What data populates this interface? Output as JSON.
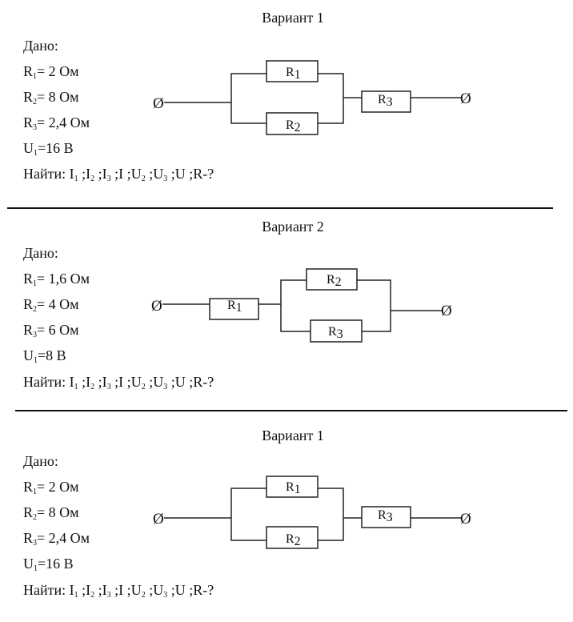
{
  "variants": [
    {
      "title": "Вариант 1",
      "given_label": "Дано:",
      "given": [
        {
          "sym": "R",
          "sub": "1",
          "value": "= 2 Ом"
        },
        {
          "sym": "R",
          "sub": "2",
          "value": "= 8 Ом"
        },
        {
          "sym": "R",
          "sub": "3",
          "value": "= 2,4 Ом"
        },
        {
          "sym": "U",
          "sub": "1",
          "value": "=16 В"
        }
      ],
      "find": {
        "label": "Найти: ",
        "items": [
          {
            "sym": "I",
            "sub": "1",
            "sep": " ;"
          },
          {
            "sym": "I",
            "sub": "2",
            "sep": " ;"
          },
          {
            "sym": "I",
            "sub": "3",
            "sep": " ;"
          },
          {
            "sym": "I",
            "sub": "",
            "sep": " ;"
          },
          {
            "sym": "U",
            "sub": "2",
            "sep": " ;"
          },
          {
            "sym": "U",
            "sub": "3",
            "sep": " ;"
          },
          {
            "sym": "U",
            "sub": "",
            "sep": " ;"
          },
          {
            "sym": "R",
            "sub": "",
            "sep": "-?"
          }
        ]
      },
      "circuit": {
        "topology": "(R1 || R2) + R3",
        "terminal_symbol": "Ø",
        "resistors": [
          {
            "sym": "R",
            "sub": "1"
          },
          {
            "sym": "R",
            "sub": "2"
          },
          {
            "sym": "R",
            "sub": "3"
          }
        ]
      }
    },
    {
      "title": "Вариант 2",
      "given_label": "Дано:",
      "given": [
        {
          "sym": "R",
          "sub": "1",
          "value": "= 1,6 Ом"
        },
        {
          "sym": "R",
          "sub": "2",
          "value": "= 4 Ом"
        },
        {
          "sym": "R",
          "sub": "3",
          "value": "= 6 Ом"
        },
        {
          "sym": "U",
          "sub": "1",
          "value": "=8 В"
        }
      ],
      "find": {
        "label": "Найти: ",
        "items": [
          {
            "sym": "I",
            "sub": "1",
            "sep": " ;"
          },
          {
            "sym": "I",
            "sub": "2",
            "sep": " ;"
          },
          {
            "sym": "I",
            "sub": "3",
            "sep": " ;"
          },
          {
            "sym": "I",
            "sub": "",
            "sep": " ;"
          },
          {
            "sym": "U",
            "sub": "2",
            "sep": " ;"
          },
          {
            "sym": "U",
            "sub": "3",
            "sep": " ;"
          },
          {
            "sym": "U",
            "sub": "",
            "sep": " ;"
          },
          {
            "sym": "R",
            "sub": "",
            "sep": "-?"
          }
        ]
      },
      "circuit": {
        "topology": "R1 + (R2 || R3)",
        "terminal_symbol": "Ø",
        "resistors": [
          {
            "sym": "R",
            "sub": "1"
          },
          {
            "sym": "R",
            "sub": "2"
          },
          {
            "sym": "R",
            "sub": "3"
          }
        ]
      }
    },
    {
      "title": "Вариант 1",
      "given_label": "Дано:",
      "given": [
        {
          "sym": "R",
          "sub": "1",
          "value": "= 2 Ом"
        },
        {
          "sym": "R",
          "sub": "2",
          "value": "= 8 Ом"
        },
        {
          "sym": "R",
          "sub": "3",
          "value": "= 2,4 Ом"
        },
        {
          "sym": "U",
          "sub": "1",
          "value": "=16 В"
        }
      ],
      "find": {
        "label": "Найти: ",
        "items": [
          {
            "sym": "I",
            "sub": "1",
            "sep": " ;"
          },
          {
            "sym": "I",
            "sub": "2",
            "sep": " ;"
          },
          {
            "sym": "I",
            "sub": "3",
            "sep": " ;"
          },
          {
            "sym": "I",
            "sub": "",
            "sep": " ;"
          },
          {
            "sym": "U",
            "sub": "2",
            "sep": " ;"
          },
          {
            "sym": "U",
            "sub": "3",
            "sep": " ;"
          },
          {
            "sym": "U",
            "sub": "",
            "sep": " ;"
          },
          {
            "sym": "R",
            "sub": "",
            "sep": "-?"
          }
        ]
      },
      "circuit": {
        "topology": "(R1 || R2) + R3",
        "terminal_symbol": "Ø",
        "resistors": [
          {
            "sym": "R",
            "sub": "1"
          },
          {
            "sym": "R",
            "sub": "2"
          },
          {
            "sym": "R",
            "sub": "3"
          }
        ]
      }
    }
  ]
}
